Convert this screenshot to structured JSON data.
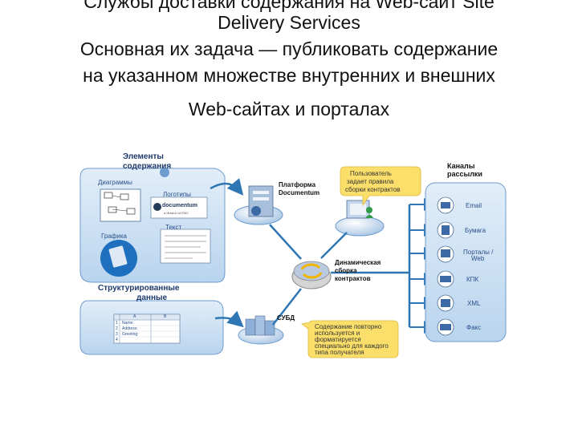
{
  "title": {
    "line0": "Службы доставки содержания на Web-сайт Site",
    "line1": "Delivery Services",
    "line2": "Основная их задача — публиковать содержание",
    "line3": "на указанном множестве внутренних и внешних",
    "line4": "Web-сайтах и порталах"
  },
  "diagram": {
    "content_elements": {
      "heading1": "Элементы",
      "heading2": "содержания",
      "diagrams": "Диаграммы",
      "logos": "Логотипы",
      "text": "Текст",
      "graphics": "Графика",
      "logo_name": "documentum",
      "logo_tag": "a division of EMC"
    },
    "structured_data": {
      "heading1": "Структурированные",
      "heading2": "данные",
      "col_a": "A",
      "col_b": "B",
      "rows": [
        {
          "num": "1",
          "text": "Name:"
        },
        {
          "num": "2",
          "text": "Address:"
        },
        {
          "num": "3",
          "text": "Greeting:"
        },
        {
          "num": "4",
          "text": ""
        }
      ]
    },
    "platform": {
      "line1": "Платформа",
      "line2": "Documentum"
    },
    "user_note": {
      "line1": "Пользователь",
      "line2": "задает правила",
      "line3": "сборки контрактов"
    },
    "assembly": {
      "line1": "Динамическая",
      "line2": "сборка",
      "line3": "контрактов"
    },
    "dbms": "СУБД",
    "reuse_note": {
      "line1": "Содержание повторно",
      "line2": "используется и",
      "line3": "форматируется",
      "line4": "специально для каждого",
      "line5": "типа получателя"
    },
    "channels": {
      "heading1": "Каналы",
      "heading2": "рассылки",
      "items": [
        "Email",
        "Бумага",
        "Порталы /",
        "Web",
        "КПК",
        "XML",
        "Факс"
      ]
    },
    "colors": {
      "panel": "#cfe3f5",
      "panel_edge": "#6e9ccf",
      "callout": "#fbdf6a",
      "arrow": "#2f77b4",
      "label": "#1f3a6b"
    }
  }
}
